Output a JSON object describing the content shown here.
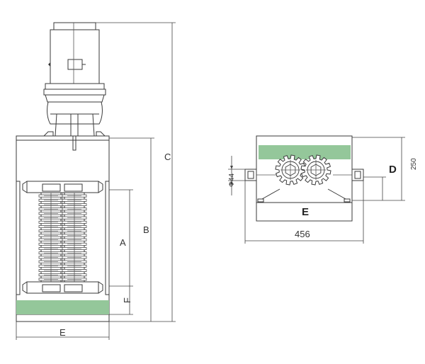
{
  "labels": {
    "A": "A",
    "B": "B",
    "C": "C",
    "F": "F",
    "E_side": "E",
    "E_top": "E",
    "D": "D",
    "d250": "250",
    "d456": "456",
    "phi44": "Φ44"
  },
  "colors": {
    "band": "#94c79a",
    "line": "#3a3a3a"
  }
}
